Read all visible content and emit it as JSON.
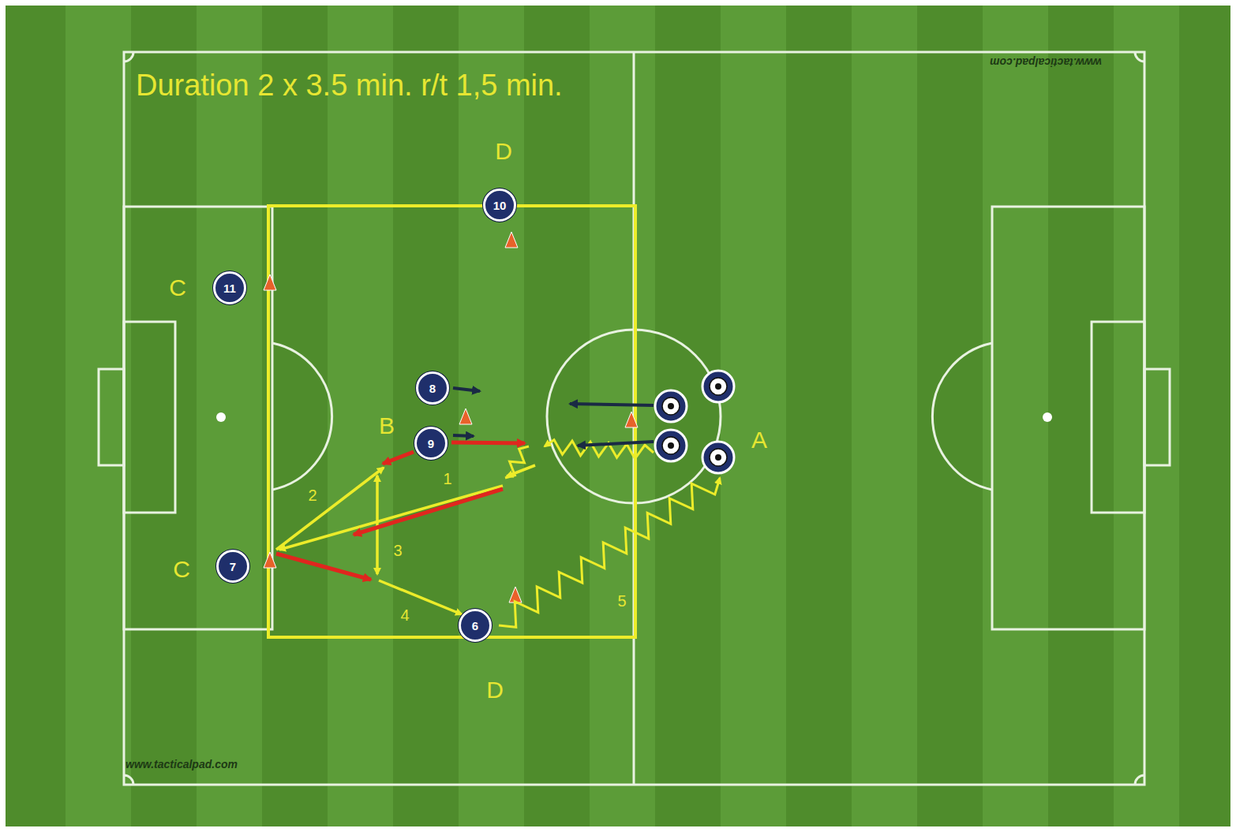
{
  "diagram": {
    "title": "Duration 2 x 3.5 min. r/t 1,5 min.",
    "nodes": [
      {
        "text": [
          "10"
        ]
      },
      {
        "text": [
          "11"
        ]
      },
      {
        "text": [
          "8"
        ]
      },
      {
        "text": [
          "9"
        ]
      },
      {
        "text": [
          "7"
        ]
      },
      {
        "text": [
          "6"
        ]
      }
    ],
    "labels": [
      "D",
      "C",
      "B",
      "A",
      "C",
      "D",
      "1",
      "2",
      "3",
      "4",
      "5",
      "www.tacticalpad.com",
      "www.tacticalpad.com"
    ]
  }
}
